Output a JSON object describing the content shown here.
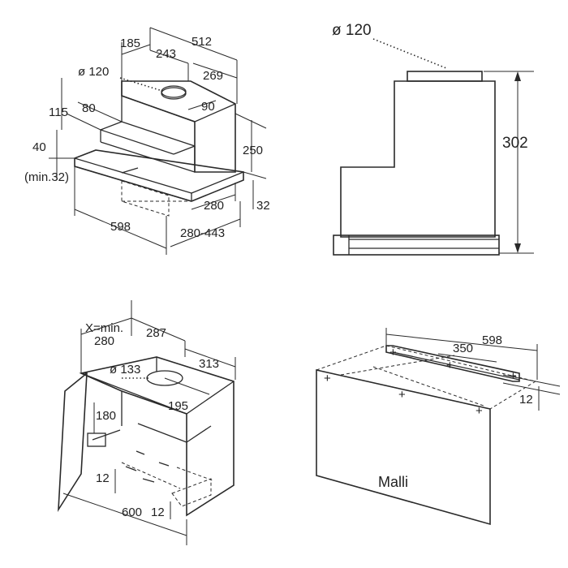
{
  "top_left": {
    "dims": {
      "d185": "185",
      "d512": "512",
      "d243": "243",
      "d_phi120": "ø 120",
      "d269": "269",
      "d115": "115",
      "d80": "80",
      "d90": "90",
      "d250": "250",
      "d40": "40",
      "d_min32": "(min.32)",
      "d280": "280",
      "d32": "32",
      "d598": "598",
      "d280_443": "280-443"
    }
  },
  "top_right": {
    "dims": {
      "d_phi120": "ø 120",
      "d302": "302"
    }
  },
  "bottom_left": {
    "dims": {
      "d_xmin": "X=min.",
      "d280": "280",
      "d287": "287",
      "d313": "313",
      "d_phi133": "ø 133",
      "d195": "195",
      "d180": "180",
      "d12a": "12",
      "d600": "600",
      "d12b": "12"
    }
  },
  "bottom_right": {
    "dims": {
      "d598": "598",
      "d350": "350",
      "d12": "12"
    },
    "model_label": "Malli"
  }
}
